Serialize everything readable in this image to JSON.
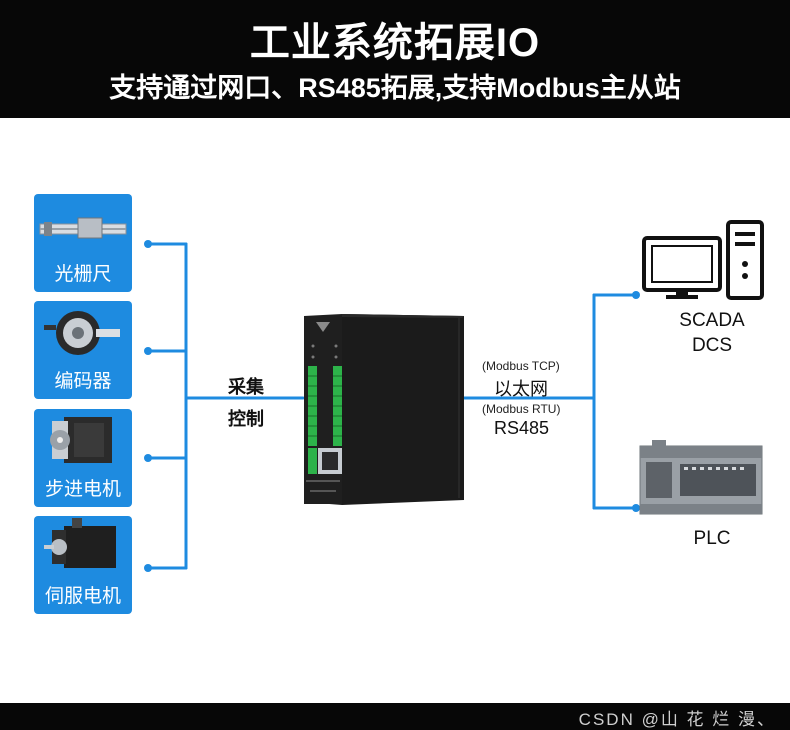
{
  "header": {
    "title": "工业系统拓展IO",
    "subtitle": "支持通过网口、RS485拓展,支持Modbus主从站"
  },
  "left_devices": [
    {
      "label": "光栅尺",
      "icon": "linear-scale-icon"
    },
    {
      "label": "编码器",
      "icon": "encoder-icon"
    },
    {
      "label": "步进电机",
      "icon": "stepper-motor-icon"
    },
    {
      "label": "伺服电机",
      "icon": "servo-motor-icon"
    }
  ],
  "left_link": {
    "line1": "采集",
    "line2": "控制"
  },
  "right_link": {
    "tcp_note": "(Modbus TCP)",
    "tcp_label": "以太网",
    "rtu_note": "(Modbus RTU)",
    "rtu_label": "RS485"
  },
  "right_devices": [
    {
      "label_line1": "SCADA",
      "label_line2": "DCS",
      "icon": "computer-icon"
    },
    {
      "label_line1": "PLC",
      "icon": "plc-icon"
    }
  ],
  "footer": {
    "watermark": "CSDN @山 花 烂 漫、"
  },
  "colors": {
    "accent": "#1e8be0",
    "header_bg": "#070707",
    "module_body": "#1c1c1c",
    "terminal_green": "#2db34a"
  }
}
